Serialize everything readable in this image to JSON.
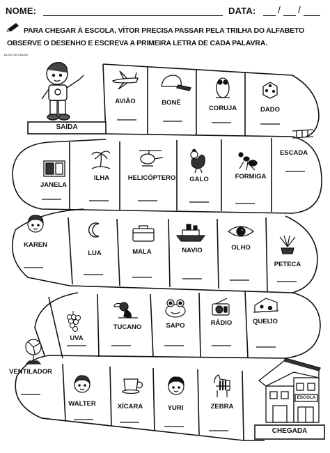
{
  "header": {
    "name_label": "NOME:",
    "date_label": "DATA:"
  },
  "instructions": {
    "line1": "PARA CHEGAR À ESCOLA, VÍTOR PRECISA PASSAR PELA TRILHA DO ALFABETO",
    "line2": "OBSERVE O DESENHO E ESCREVA A PRIMEIRA LETRA DE CADA PALAVRA."
  },
  "blog_credit": "BLOG: EB ONLINE",
  "start_label": "SAÍDA",
  "finish_label": "CHEGADA",
  "school_sign": "ESCOLA",
  "row1": [
    "AVIÃO",
    "BONÉ",
    "CORUJA",
    "DADO"
  ],
  "row2": [
    "ESCADA",
    "FORMIGA",
    "GALO",
    "HELICÓPTERO",
    "ILHA",
    "JANELA"
  ],
  "row3": [
    "KAREN",
    "LUA",
    "MALA",
    "NAVIO",
    "OLHO",
    "PETECA"
  ],
  "row4": [
    "QUEIJO",
    "RÁDIO",
    "SAPO",
    "TUCANO",
    "UVA",
    "VENTILADOR"
  ],
  "row5": [
    "WALTER",
    "XÍCARA",
    "YURI",
    "ZEBRA"
  ]
}
